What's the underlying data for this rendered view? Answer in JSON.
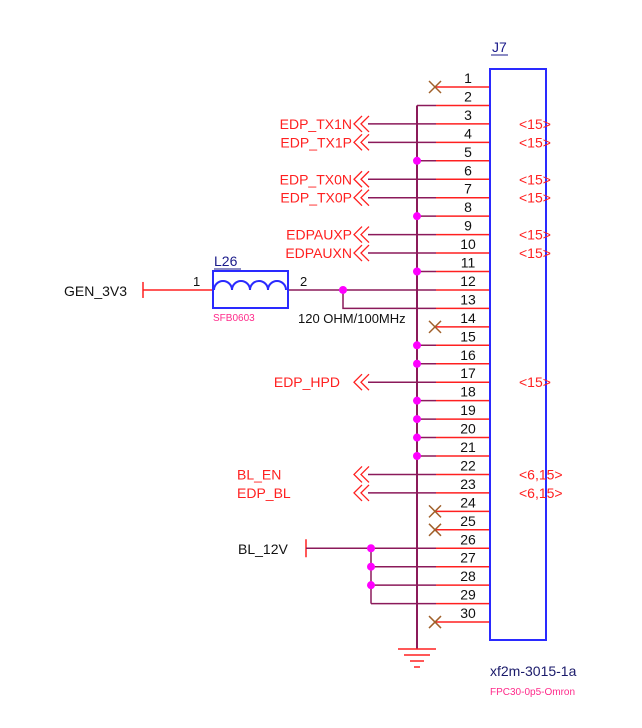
{
  "connector": {
    "ref": "J7",
    "part": "xf2m-3015-1a",
    "footprint": "FPC30-0p5-Omron",
    "pin_count": 30,
    "no_connect_pins": [
      1,
      14,
      24,
      25,
      30
    ],
    "ground_pins": [
      2,
      5,
      8,
      11,
      15,
      16,
      18,
      19,
      20,
      21
    ],
    "ground_dot_pins": [
      5,
      8,
      11,
      15,
      16,
      18,
      19,
      20,
      21
    ]
  },
  "signals": [
    {
      "name": "EDP_TX1N",
      "pin": 3,
      "ref": "<15>"
    },
    {
      "name": "EDP_TX1P",
      "pin": 4,
      "ref": "<15>"
    },
    {
      "name": "EDP_TX0N",
      "pin": 6,
      "ref": "<15>"
    },
    {
      "name": "EDP_TX0P",
      "pin": 7,
      "ref": "<15>"
    },
    {
      "name": "EDPAUXP",
      "pin": 9,
      "ref": "<15>"
    },
    {
      "name": "EDPAUXN",
      "pin": 10,
      "ref": "<15>"
    },
    {
      "name": "EDP_HPD",
      "pin": 17,
      "ref": "<15>"
    },
    {
      "name": "BL_EN",
      "pin": 22,
      "ref": "<6,15>"
    },
    {
      "name": "EDP_BL",
      "pin": 23,
      "ref": "<6,15>"
    }
  ],
  "power": {
    "gen": {
      "name": "GEN_3V3",
      "pins": [
        12,
        13
      ]
    },
    "bl": {
      "name": "BL_12V",
      "pins": [
        26,
        27,
        28,
        29
      ]
    }
  },
  "inductor": {
    "ref": "L26",
    "footprint": "SFB0603",
    "value": "120 OHM/100MHz",
    "pin1": "1",
    "pin2": "2"
  },
  "colors": {
    "pin": "#ff2020",
    "wire": "#8b1a5a",
    "box": "#2a2aff",
    "label": "#ff2020",
    "dot": "#ff00ff",
    "nc": "#a0602a",
    "footprint": "#ff2a8a"
  }
}
